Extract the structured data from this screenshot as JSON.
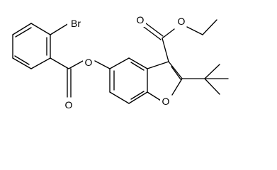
{
  "molecule": {
    "atoms": {
      "bromine": "Br",
      "ester_oxygen_link": "O",
      "carbonyl_oxygen_benzoyl": "O",
      "carbonyl_oxygen_ethyl_ester": "O",
      "ethoxy_oxygen": "O",
      "furan_oxygen": "O"
    }
  }
}
